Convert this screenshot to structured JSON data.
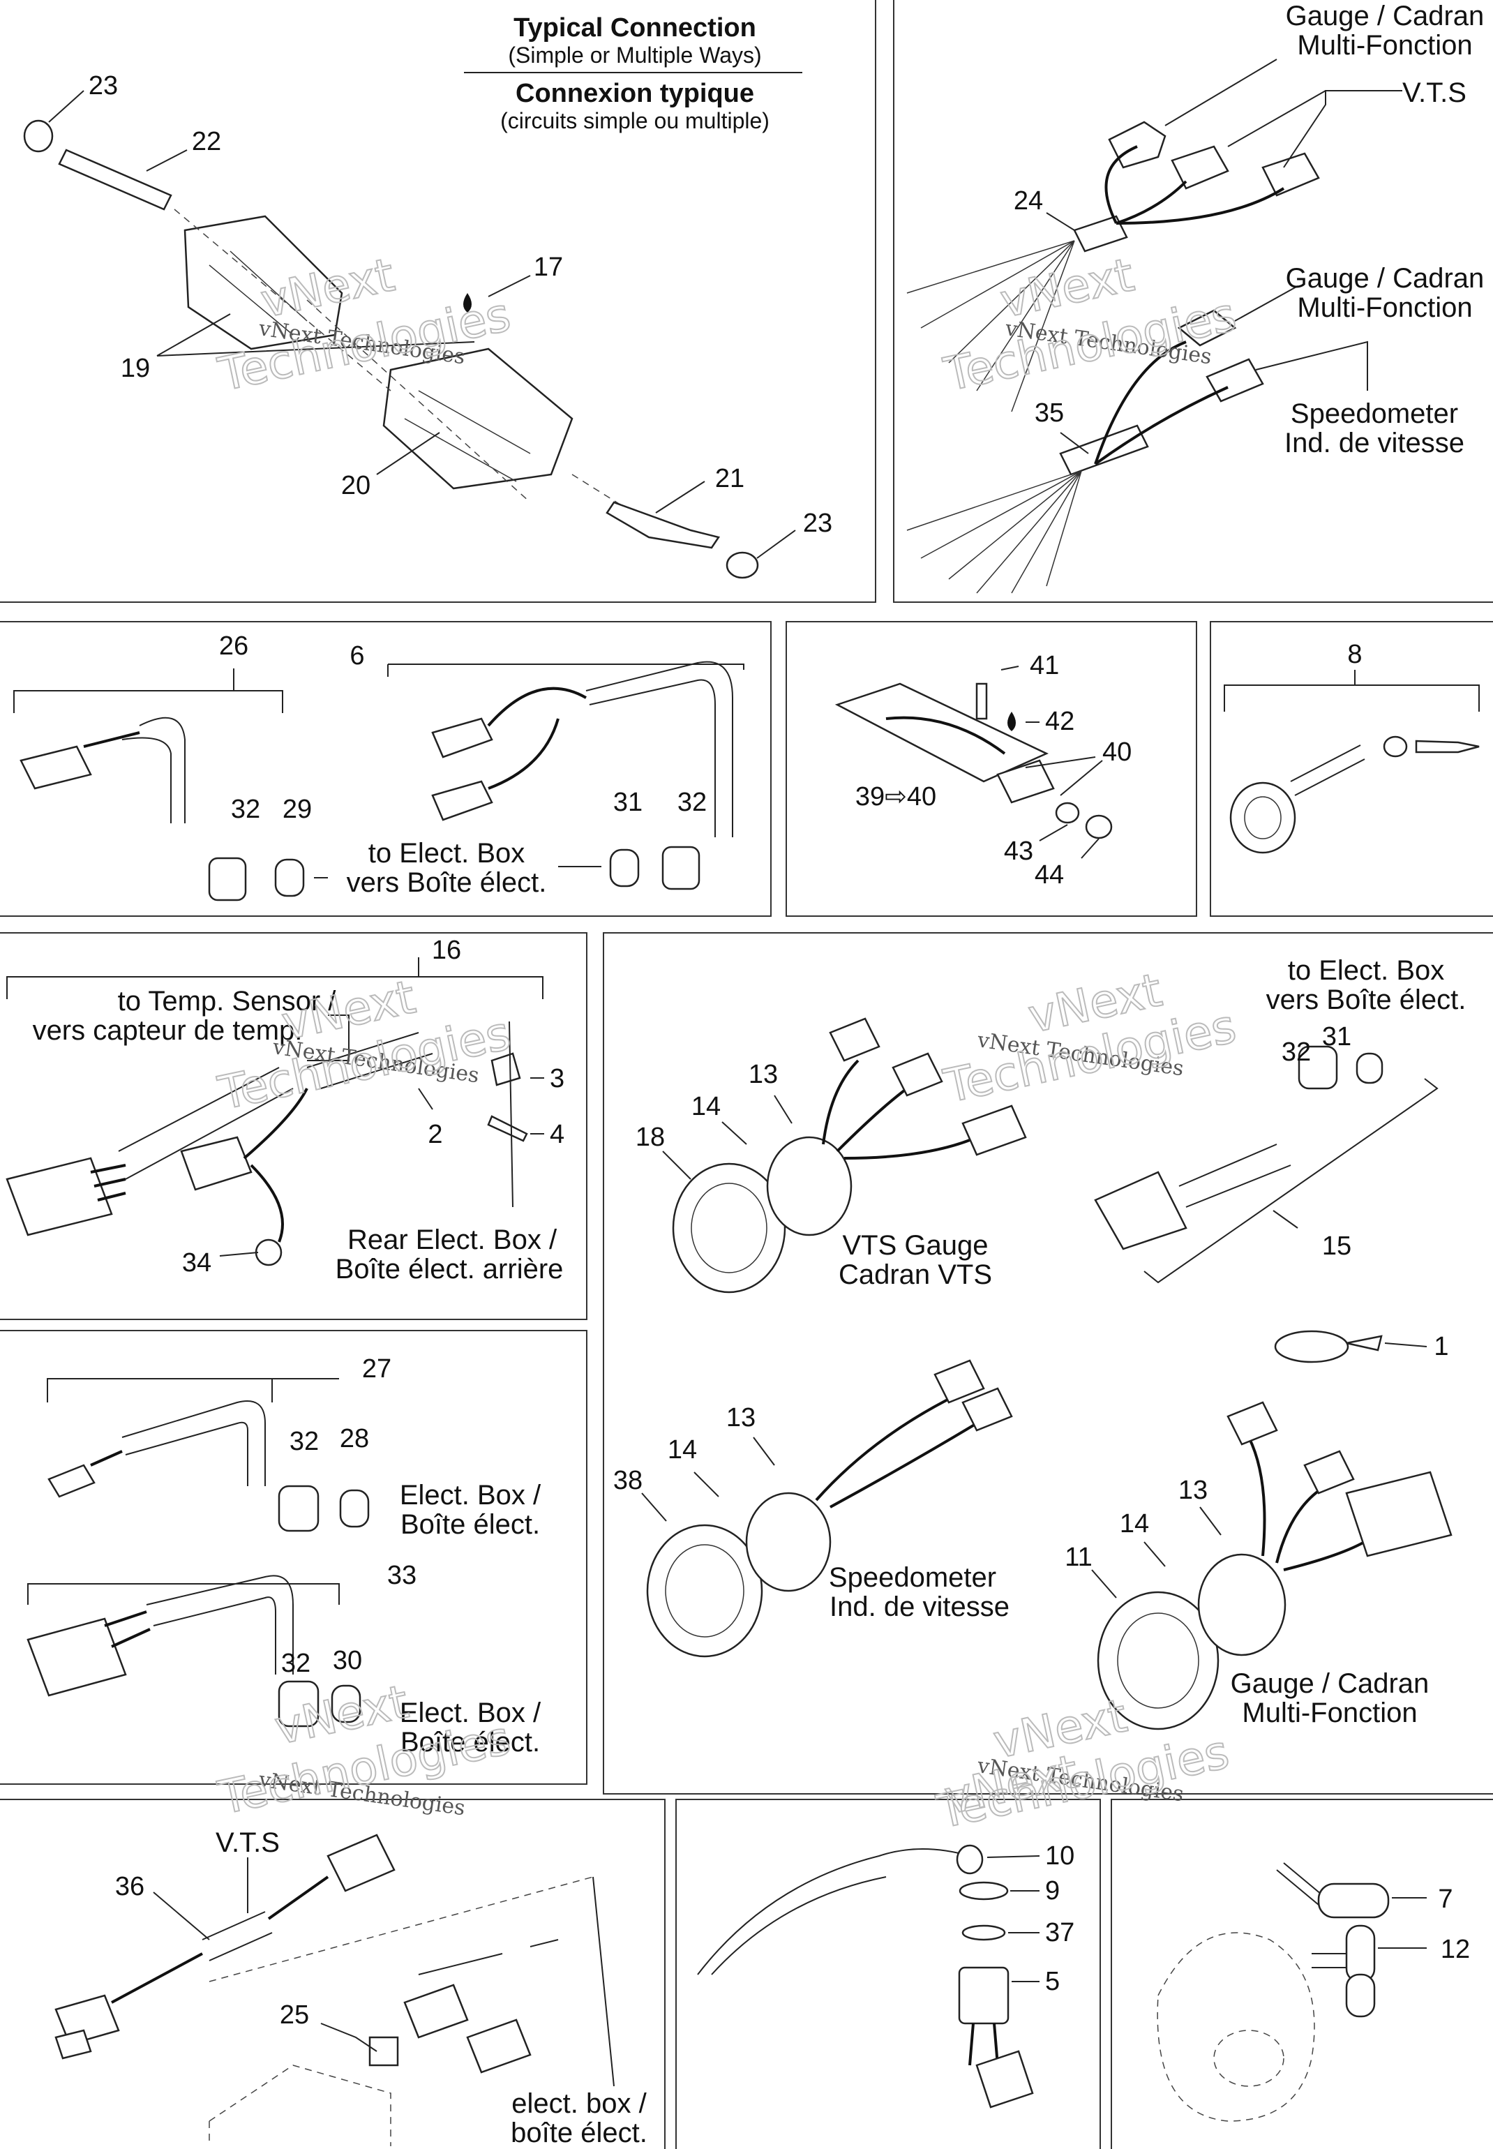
{
  "header": {
    "title_en": "Typical Connection",
    "subtitle_en": "(Simple or Multiple Ways)",
    "title_fr": "Connexion typique",
    "subtitle_fr": "(circuits simple ou multiple)"
  },
  "watermark": {
    "line1": "vNext Technologies",
    "big1": "vNext",
    "big2": "Technologies"
  },
  "callouts": {
    "p23a": "23",
    "p22": "22",
    "p17": "17",
    "p19": "19",
    "p20": "20",
    "p21": "21",
    "p23b": "23",
    "p24": "24",
    "p35": "35",
    "p26": "26",
    "p6": "6",
    "p32a": "32",
    "p29": "29",
    "p31a": "31",
    "p32b": "32",
    "p41": "41",
    "p42": "42",
    "p40": "40",
    "p39to40": "39⇨40",
    "p43": "43",
    "p44": "44",
    "p8": "8",
    "p16": "16",
    "p3": "3",
    "p2": "2",
    "p4": "4",
    "p34": "34",
    "p13a": "13",
    "p14a": "14",
    "p18": "18",
    "p32c": "32",
    "p31b": "31",
    "p15": "15",
    "p1": "1",
    "p27": "27",
    "p32d": "32",
    "p28": "28",
    "p33": "33",
    "p32e": "32",
    "p30": "30",
    "p13b": "13",
    "p14b": "14",
    "p38": "38",
    "p13c": "13",
    "p14c": "14",
    "p11": "11",
    "p36": "36",
    "p25": "25",
    "p10": "10",
    "p9": "9",
    "p37": "37",
    "p5": "5",
    "p7": "7",
    "p12": "12"
  },
  "labels": {
    "gauge_mf_1a": "Gauge / Cadran",
    "gauge_mf_1b": "Multi-Fonction",
    "vts_top": "V.T.S",
    "gauge_mf_2a": "Gauge / Cadran",
    "gauge_mf_2b": "Multi-Fonction",
    "speedo_1a": "Speedometer",
    "speedo_1b": "Ind. de vitesse",
    "elect_box_1a": "to Elect. Box",
    "elect_box_1b": "vers Boîte élect.",
    "temp_sensor_a": "to Temp. Sensor /",
    "temp_sensor_b": "vers capteur de temp.",
    "rear_box_a": "Rear Elect. Box /",
    "rear_box_b": "Boîte élect. arrière",
    "elect_box_2a": "to Elect. Box",
    "elect_box_2b": "vers Boîte élect.",
    "vts_gauge_a": "VTS Gauge",
    "vts_gauge_b": "Cadran VTS",
    "elect_box_3a": "Elect. Box /",
    "elect_box_3b": "Boîte élect.",
    "elect_box_4a": "Elect. Box /",
    "elect_box_4b": "Boîte élect.",
    "speedo_2a": "Speedometer",
    "speedo_2b": "Ind. de vitesse",
    "gauge_mf_3a": "Gauge / Cadran",
    "gauge_mf_3b": "Multi-Fonction",
    "vts_bottom": "V.T.S",
    "elect_box_5a": "elect. box /",
    "elect_box_5b": "boîte élect."
  }
}
